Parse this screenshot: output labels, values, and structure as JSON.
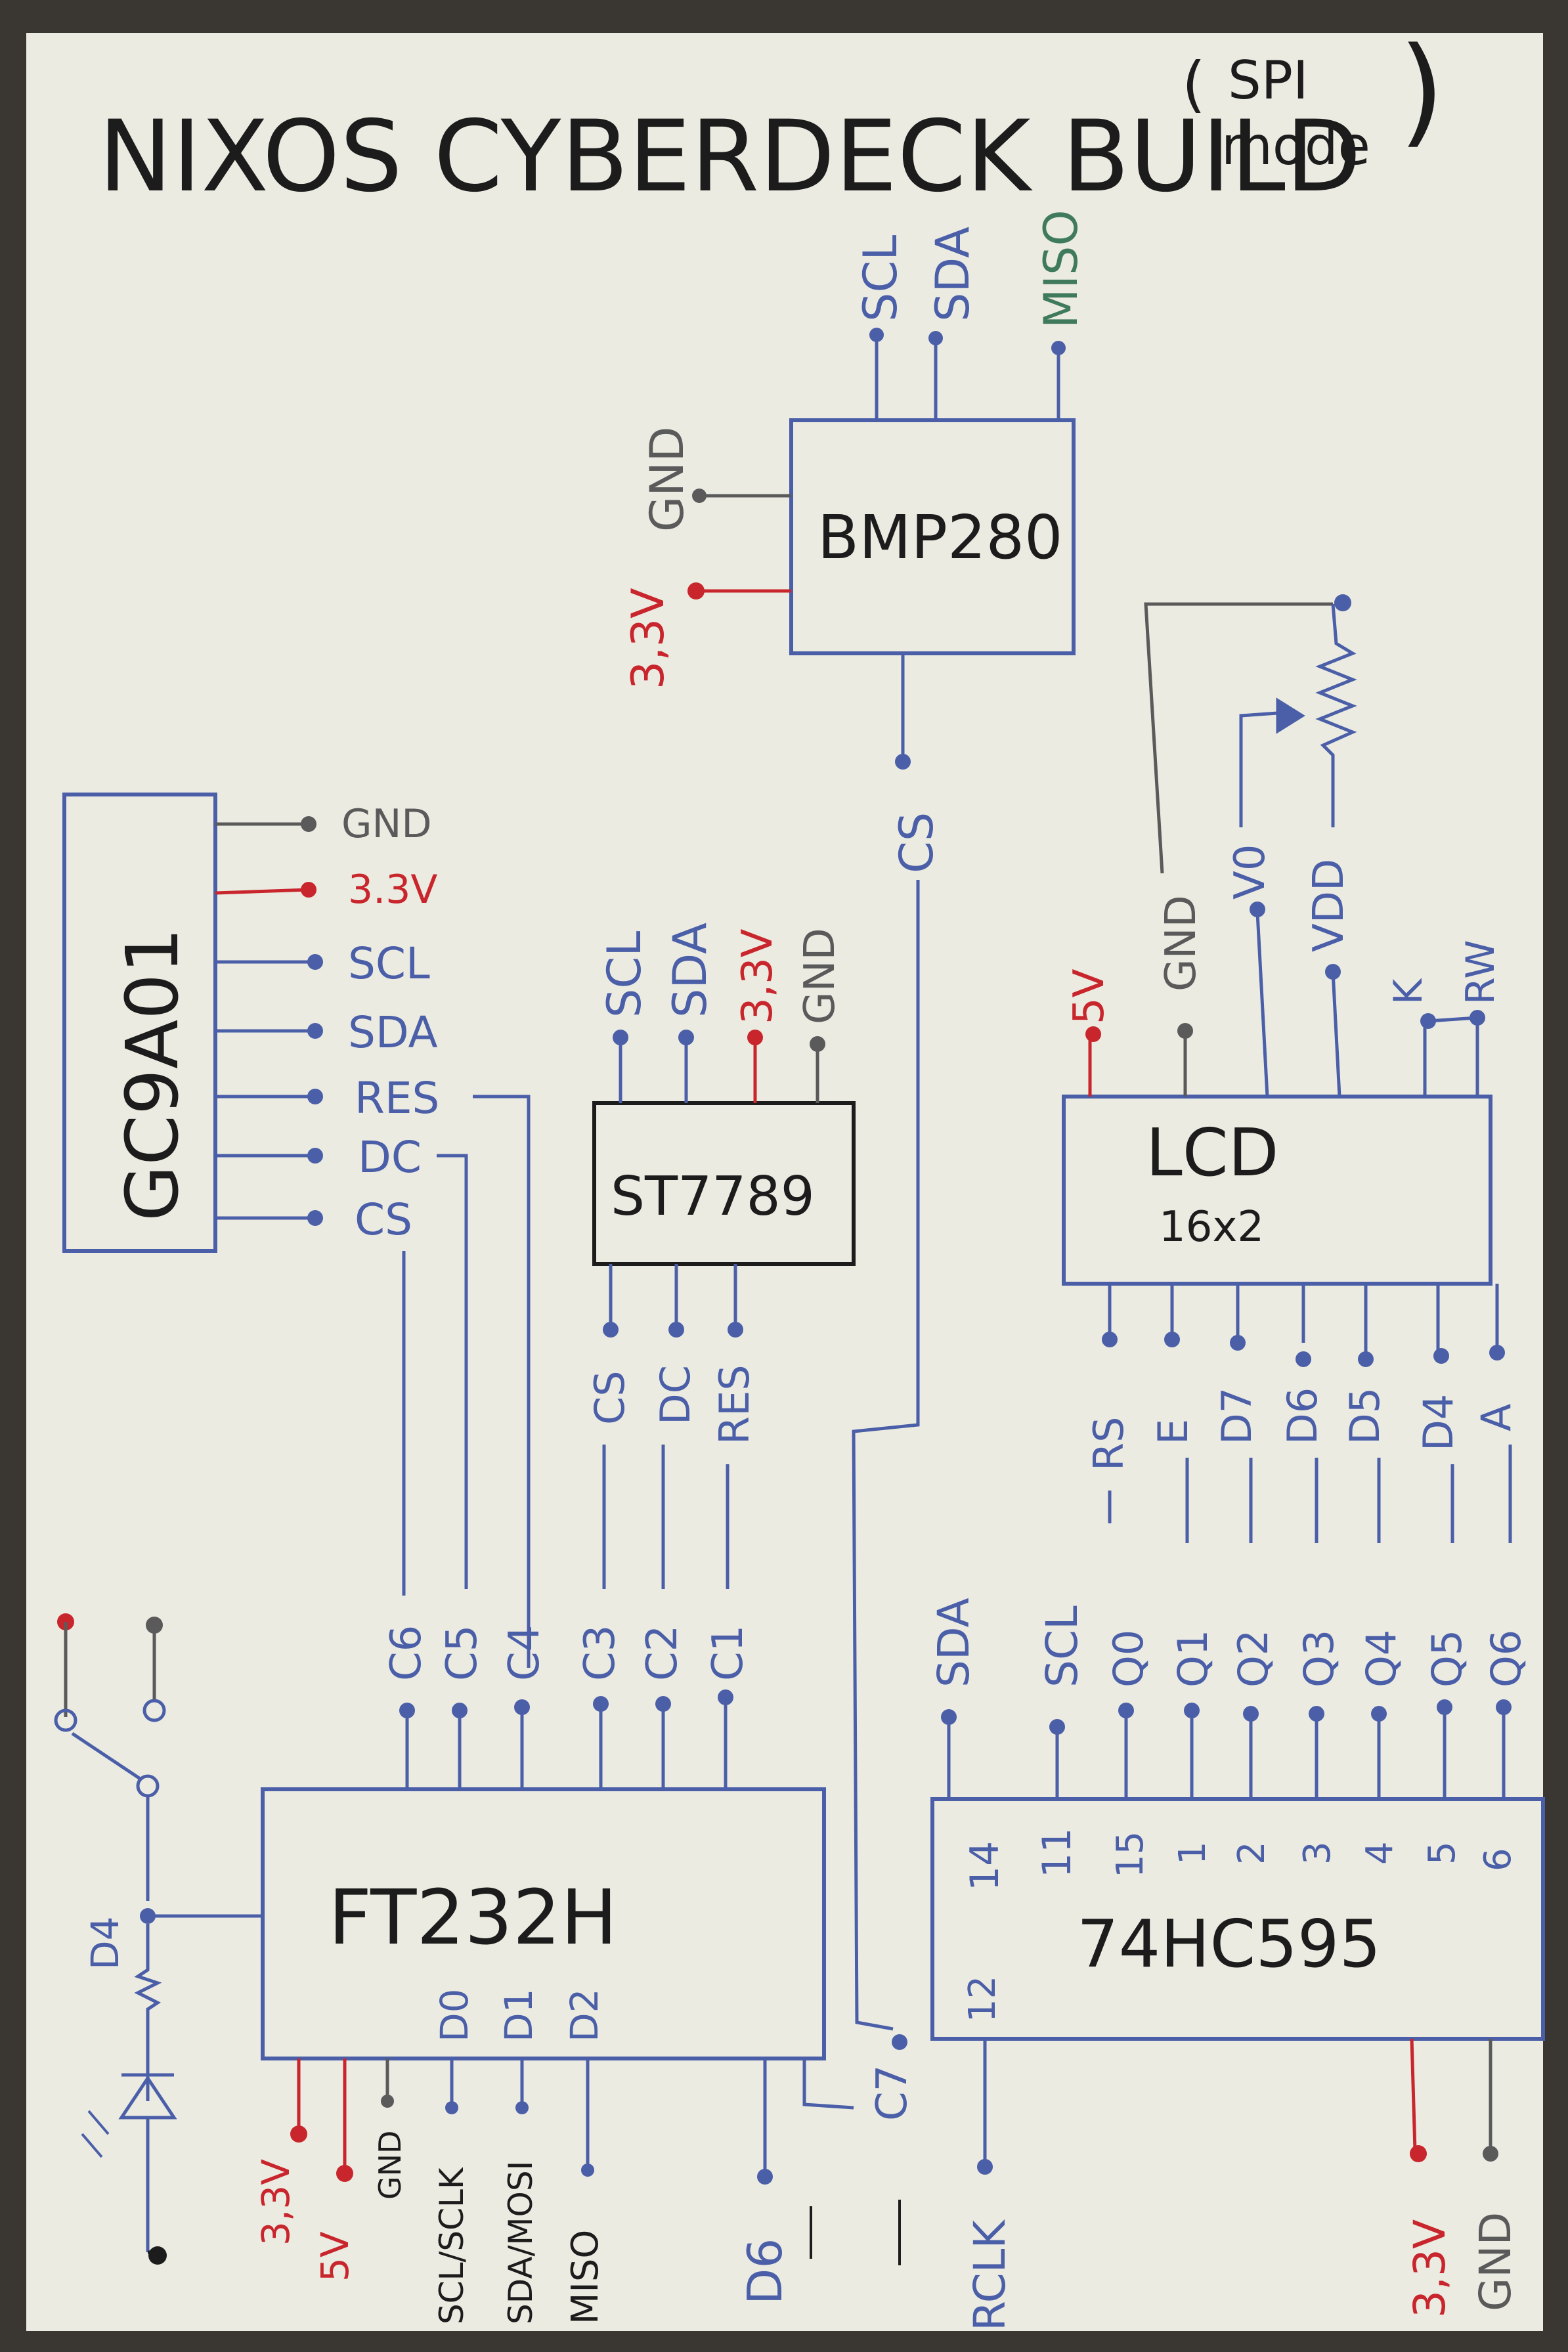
{
  "title": {
    "main": "NIXOS CYBERDECK BUILD",
    "paren_top": "SPI",
    "paren_bottom": "mode"
  },
  "colors": {
    "paper": "#ecebe2",
    "blue": "#4a5fa8",
    "red": "#c8262c",
    "gray": "#5a5a5a",
    "green": "#3f7a5c",
    "ink": "#1c1c1c"
  },
  "bmp280": {
    "label": "BMP280",
    "pins_top": [
      "SCL",
      "SDA",
      "MISO"
    ],
    "pin_gnd": "GND",
    "pin_3v3": "3,3V",
    "pin_cs": "CS"
  },
  "gc9a01": {
    "label": "GC9A01",
    "pins": [
      "GND",
      "3.3V",
      "SCL",
      "SDA",
      "RES",
      "DC",
      "CS"
    ]
  },
  "st7789": {
    "label": "ST7789",
    "pins_top": [
      "SCL",
      "SDA",
      "3,3V",
      "GND"
    ],
    "pins_bottom": [
      "CS",
      "DC",
      "RES"
    ]
  },
  "lcd": {
    "label": "LCD",
    "sublabel": "16x2",
    "pins_top": [
      "5V",
      "GND",
      "V0",
      "VDD",
      "K",
      "RW"
    ],
    "pins_bottom": [
      "RS",
      "E",
      "D7",
      "D6",
      "D5",
      "D4",
      "A"
    ]
  },
  "ft232h": {
    "label": "FT232H",
    "pins_top": [
      "C6",
      "C5",
      "C4",
      "C3",
      "C2",
      "C1"
    ],
    "pins_inner": [
      "D0",
      "D1",
      "D2"
    ],
    "pins_bottom": [
      "3,3V",
      "5V",
      "GND",
      "SCL/SCLK",
      "SDA/MOSI",
      "MISO",
      "D6"
    ],
    "pin_c7": "C7",
    "diode": "D4"
  },
  "ic74hc595": {
    "label": "74HC595",
    "pins_top": [
      "SDA",
      "SCL",
      "Q0",
      "Q1",
      "Q2",
      "Q3",
      "Q4",
      "Q5",
      "Q6"
    ],
    "pin_numbers": [
      "14",
      "11",
      "15",
      "1",
      "2",
      "3",
      "4",
      "5",
      "6"
    ],
    "pin_12": "12",
    "pins_bottom": [
      "RCLK",
      "3,3V",
      "GND"
    ]
  }
}
